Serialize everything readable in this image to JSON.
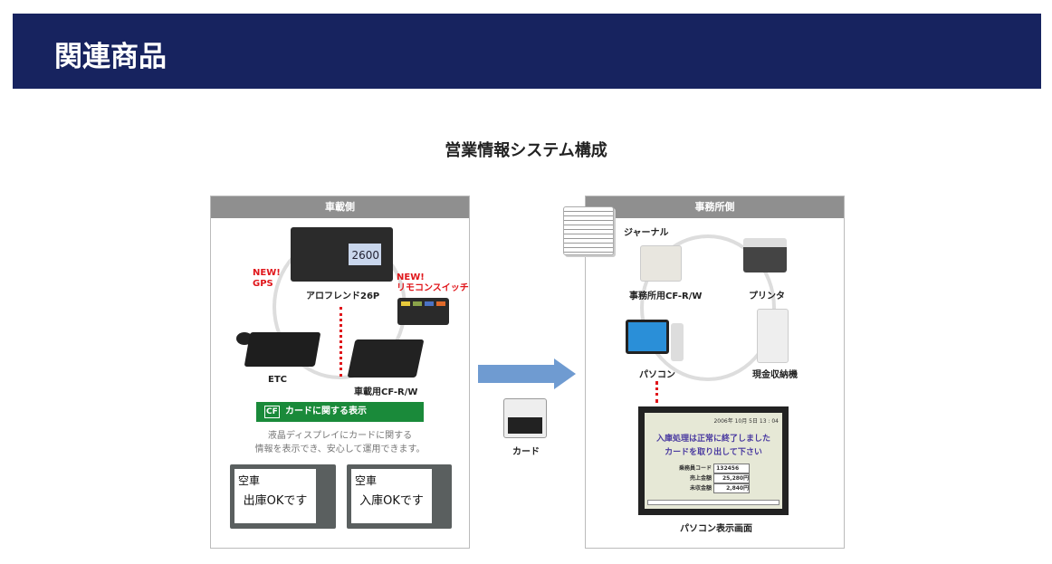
{
  "header": {
    "title": "関連商品"
  },
  "subtitle": "営業情報システム構成",
  "vehicle": {
    "title": "車載側",
    "meter_display": "2600",
    "gps_new": "NEW!\nGPS",
    "meter_label": "アロフレンド26P",
    "remote_new": "NEW!\nリモコンスイッチ",
    "etc_label": "ETC",
    "cfrw_label": "車載用CF-R/W",
    "card_bar": {
      "badge": "CF",
      "label": "カードに関する表示"
    },
    "desc_lines": [
      "液晶ディスプレイにカードに関する",
      "情報を表示でき、安心して運用できます。"
    ],
    "screens": [
      {
        "top": "空車",
        "msg": "出庫OKです"
      },
      {
        "top": "空車",
        "msg": "入庫OKです"
      }
    ]
  },
  "card": {
    "label": "カード"
  },
  "office": {
    "title": "事務所側",
    "journal_label": "ジャーナル",
    "cfrw_label": "事務所用CF-R/W",
    "printer_label": "プリンタ",
    "pc_label": "パソコン",
    "cash_label": "現金収納機",
    "screen": {
      "datetime": "2006年 10月 5日 13 : 04",
      "line1": "入庫処理は正常に終了しました",
      "line2": "カードを取り出して下さい",
      "fields": [
        {
          "k": "乗務員コード",
          "v": "132456"
        },
        {
          "k": "売上金額",
          "v": "25,280円"
        },
        {
          "k": "未収金額",
          "v": "2,840円"
        }
      ]
    },
    "screen_label": "パソコン表示画面"
  },
  "colors": {
    "header": "#17235f",
    "green": "#1a8a3a",
    "arrow": "#6f9bd1",
    "red": "#e0161b"
  }
}
